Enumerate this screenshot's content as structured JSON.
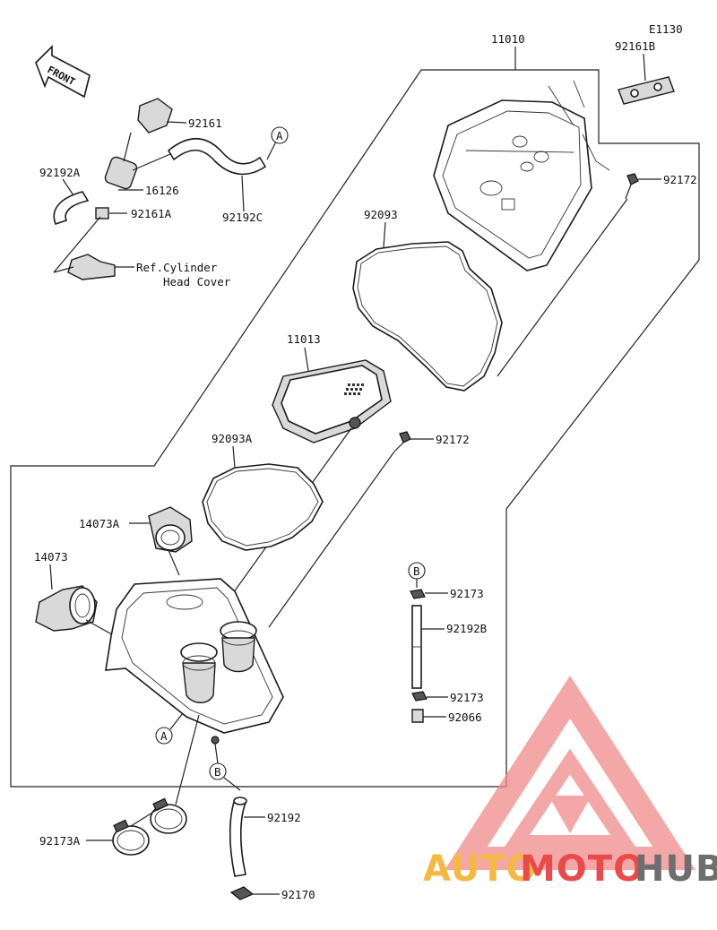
{
  "diagram": {
    "code": "E1130",
    "direction_label": "FRONT",
    "parts": {
      "p11010": "11010",
      "p92161B": "92161B",
      "p92172_top": "92172",
      "p92161": "92161",
      "p92192A": "92192A",
      "p16126": "16126",
      "p92161A": "92161A",
      "p92192C": "92192C",
      "ref_line1": "Ref.Cylinder",
      "ref_line2": "Head Cover",
      "p92093": "92093",
      "p11013": "11013",
      "p92172_mid": "92172",
      "p92093A": "92093A",
      "p14073A": "14073A",
      "p14073": "14073",
      "p92173_top": "92173",
      "p92192B": "92192B",
      "p92173_bot": "92173",
      "p92066": "92066",
      "p92192": "92192",
      "p92173A": "92173A",
      "p92170": "92170"
    },
    "refs": {
      "ref_A_top": "A",
      "ref_A_bottom": "A",
      "ref_B_right": "B",
      "ref_B_bottom": "B"
    }
  },
  "watermark": {
    "part1": "AUTO",
    "part2": "MOTO",
    "part3": "HUB",
    "colors": {
      "orange": "#f5b942",
      "red": "#e94b4b",
      "grey": "#6e6e6e",
      "triangle": "#f08a8a"
    }
  }
}
